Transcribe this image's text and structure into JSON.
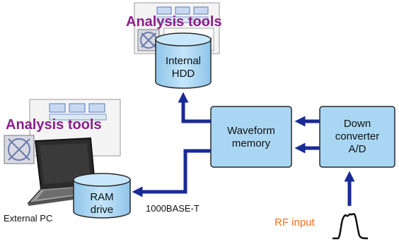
{
  "analysis_tools_top": "Analysis tools",
  "analysis_tools_left": "Analysis tools",
  "internal_hdd": {
    "line1": "Internal",
    "line2": "HDD"
  },
  "waveform_memory": {
    "line1": "Waveform",
    "line2": "memory"
  },
  "down_converter": {
    "line1": "Down",
    "line2": "converter",
    "line3": "A/D"
  },
  "ram_drive": {
    "line1": "RAM",
    "line2": "drive"
  },
  "external_pc_label": "External PC",
  "link_label": "1000BASE-T",
  "rf_input_label": "RF input",
  "colors": {
    "box_fill": "#a9d7f3",
    "box_stroke": "#2a2a2a",
    "arrow": "#1a2a96",
    "tools_text": "#8a1f8a",
    "rf_text": "#f07020"
  }
}
